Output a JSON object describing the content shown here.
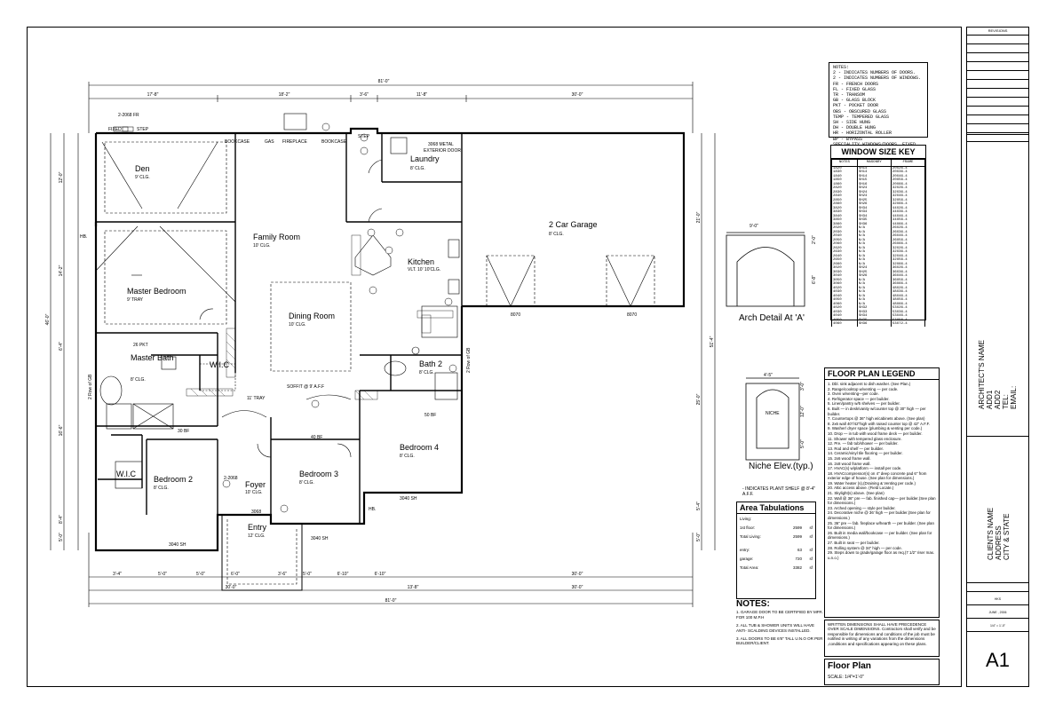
{
  "plan": {
    "rooms": [
      {
        "name": "Den",
        "clg": "9' CLG."
      },
      {
        "name": "Laundry",
        "clg": "8' CLG."
      },
      {
        "name": "2 Car Garage",
        "clg": "8' CLG."
      },
      {
        "name": "Family Room",
        "clg": "10' CLG."
      },
      {
        "name": "Kitchen",
        "clg": "VLT. 10' 10'CLG."
      },
      {
        "name": "Master Bedroom",
        "clg": "9' TRAY"
      },
      {
        "name": "Dining Room",
        "clg": "10' CLG."
      },
      {
        "name": "Master Bath",
        "clg": "8' CLG."
      },
      {
        "name": "W.I.C",
        "clg": ""
      },
      {
        "name": "Bath 2",
        "clg": "8' CLG."
      },
      {
        "name": "Bedroom 4",
        "clg": "8' CLG."
      },
      {
        "name": "Bedroom 2",
        "clg": "8' CLG."
      },
      {
        "name": "Bedroom 3",
        "clg": "8' CLG."
      },
      {
        "name": "Foyer",
        "clg": "10' CLG."
      },
      {
        "name": "Entry",
        "clg": "12' CLG."
      },
      {
        "name": "W.I.C",
        "clg": ""
      }
    ],
    "labels": {
      "fireplace": "FIREPLACE",
      "gas": "GAS",
      "bookcase1": "BOOKCASE",
      "bookcase2": "BOOKCASE",
      "door_metal": "3068 METAL",
      "ext_door": "EXTERIOR DOOR",
      "fr_door": "2-2068 FR",
      "fixed": "FIXED",
      "step": "STEP",
      "step2": "STEP",
      "soffit": "SOFFIT @ 9' A.F.F",
      "tray": "11' TRAY",
      "pkt": "26 PKT",
      "bf30": "30 BF",
      "bf40": "40 BF",
      "bf50": "50 BF",
      "garage_door1": "8070",
      "garage_door2": "8070",
      "w_sh1": "3040 SH",
      "w_sh2": "3040 SH",
      "w_sh3": "3040 SH",
      "hb1": "HB.",
      "hb2": "HB.",
      "door_2068": "2-2068",
      "door_3068": "3068",
      "row_gb1": "2 Row of GB",
      "row_gb2": "2 Row of GB"
    },
    "dims_top": [
      "17'-8\"",
      "18'-2\"",
      "3'-6\"",
      "11'-8\"",
      "30'-0\""
    ],
    "dim_overall": "81'-0\"",
    "dims_bottom1": [
      "3'-4\"",
      "5'-0\"",
      "5'-0\"",
      "6'-0\"",
      "3'-6\"",
      "5'-0\"",
      "6'-10\"",
      "6'-10\"",
      "30'-0\""
    ],
    "dims_bottom2": [
      "30'-0\"",
      "13'-8\"",
      "30'-0\""
    ],
    "dim_overall_bottom": "81'-0\"",
    "dims_left": [
      "12'-0\"",
      "14'-2\"",
      "6'-4\"",
      "16'-6\"",
      "8'-4\"",
      "5'-0\""
    ],
    "dim_left_overall": "46'-0\"",
    "dims_right": [
      "21'-0\"",
      "51'-4\"",
      "25'-0\"",
      "5'-4\"",
      "5'-0\""
    ]
  },
  "notes_box": {
    "title": "NOTES:",
    "lines": [
      "2  - INDICATES NUMBERS OF DOORS.",
      "2  - INDICATES NUMBERS OF WINDOWS.",
      "FR  - FRENCH DOORS",
      "FL  - FIXED GLASS",
      "TR  - TRANSOM",
      "GB  - GLASS BLOCK",
      "PKT - POCKET DOOR",
      "OBS - OBSCURED GLASS",
      "TEMP - TEMPERED GLASS",
      "SH  - SIDE HUNG",
      "DH  - DOUBLE HUNG",
      "HR  - HORIZONTAL ROLLER",
      "BP  - BYPASS",
      "SPECIALITY WINDOWS/DOORS, FIXED",
      "GLASS WINDOWS, AND TRANSOMS ARE",
      "NOTED ON PLANS."
    ]
  },
  "window_key": {
    "title": "WINDOW SIZE KEY",
    "headers": [
      "NOTES",
      "MASONRY",
      "FRAME"
    ],
    "rows": [
      [
        "1820",
        "SH14",
        "20X26-4"
      ],
      [
        "1830",
        "SH14",
        "20X36-4"
      ],
      [
        "1840",
        "SH14",
        "20X46-4"
      ],
      [
        "1850",
        "SH15",
        "20X56-4"
      ],
      [
        "1860",
        "SH16",
        "20X66-4"
      ],
      [
        "2820",
        "SH24",
        "32X26-4"
      ],
      [
        "2830",
        "SH24",
        "32X36-4"
      ],
      [
        "2840",
        "SH24",
        "32X46-4"
      ],
      [
        "2850",
        "SH25",
        "32X56-4"
      ],
      [
        "2860",
        "SH26",
        "32X66-4"
      ],
      [
        "3820",
        "SH34",
        "44X26-4"
      ],
      [
        "3830",
        "SH34",
        "44X36-4"
      ],
      [
        "3840",
        "SH34",
        "44X46-4"
      ],
      [
        "3850",
        "SH35",
        "44X56-4"
      ],
      [
        "3860",
        "SH36",
        "44X66-4"
      ],
      [
        "2020",
        "N/A",
        "26X26-4"
      ],
      [
        "2030",
        "N/A",
        "26X36-4"
      ],
      [
        "2040",
        "N/A",
        "26X46-4"
      ],
      [
        "2050",
        "N/A",
        "26X56-4"
      ],
      [
        "2060",
        "N/A",
        "26X66-4"
      ],
      [
        "2620",
        "N/A",
        "32X26-4"
      ],
      [
        "2630",
        "N/A",
        "32X36-4"
      ],
      [
        "2640",
        "N/A",
        "32X46-4"
      ],
      [
        "2650",
        "N/A",
        "32X56-4"
      ],
      [
        "2660",
        "N/A",
        "32X66-4"
      ],
      [
        "3020",
        "SH24",
        "36X26-4"
      ],
      [
        "3030",
        "SH25",
        "36X36-4"
      ],
      [
        "3040",
        "SH26",
        "36X46-4"
      ],
      [
        "3050",
        "N/A",
        "36X56-4"
      ],
      [
        "3060",
        "N/A",
        "36X66-4"
      ],
      [
        "4020",
        "N/A",
        "48X26-4"
      ],
      [
        "4030",
        "N/A",
        "48X36-4"
      ],
      [
        "4040",
        "N/A",
        "48X46-4"
      ],
      [
        "4050",
        "N/A",
        "48X56-4"
      ],
      [
        "4060",
        "N/A",
        "48X66-4"
      ],
      [
        "4020",
        "SH32",
        "53X26-4"
      ],
      [
        "4030",
        "SH33",
        "53X36-4"
      ],
      [
        "4040",
        "SH34",
        "53X46-4"
      ],
      [
        "4050",
        "SH35",
        "53X56-4"
      ],
      [
        "4060",
        "SH36",
        "53X72-4"
      ]
    ]
  },
  "arch_detail": {
    "title": "Arch Detail At 'A'",
    "dim_w": "9'-0\"",
    "dim_h1": "2'-0\"",
    "dim_h2": "6'-8\""
  },
  "niche": {
    "title": "Niche Elev.(typ.)",
    "label": "NICHE",
    "dim_w": "4'-5\"",
    "dim_h1": "12'-0\"",
    "dim_h2": "5'-0\"",
    "dim_h3": "3'-0\""
  },
  "legend": {
    "title": "FLOOR PLAN LEGEND",
    "items": [
      "1.  Dbl. sink adjacent to dish washer. (See Plan.)",
      "2.  Range/cooktop w/venting — per code.",
      "3.  Oven w/venting—per code.",
      "4.  Refrigerator space — per builder.",
      "5.  Linen/pantry w/5 shelves — per builder.",
      "6.  Built — in desk/vanity w/counter top @ 30\" high — per builder.",
      "7.  Countertops @ 36\" high w/cabinets above. (See plan)",
      "8.  2x6 wall 40\"/42\"high with raised counter top @ 42\" A.F.F.",
      "9.  Washer/ dryer space (plumbing & venting per code.)",
      "10. Drop — in tub with wood frame deck — per builder.",
      "11. Shower with tempered glass enclosure.",
      "12. Pre. — fab tub/shower — per builder.",
      "13. Rod and shelf — per builder.",
      "14. Ceramic/vinyl tile flooring — per builder.",
      "15. 2x6 wood frame wall.",
      "16. 2x8 wood frame wall.",
      "17. HVAC(s) w/platform — install per code.",
      "18. HVACcompressor(s) on 4\" deep concrete pad 6\" from exterior edge of house. (See plan for dimensions.)",
      "19. Water heater (s),(Draining & Venting per code.)",
      "20. Attic access above. (Field Locate.)",
      "21. Skylight(s) above. (See plan)",
      "22. Wall @ 36\" pre — fab. finished cap— per builder.(See plan for dimensions.)",
      "23. Arched opening — style per builder.",
      "24. Decorative niche @ 36' high — per builder.(See plan for dimensions.)",
      "25. 36\" pre — fab. fireplace w/hearth — per builder. (See plan for dimensions.)",
      "26. Built in media wall/bookcase — per builder. (See plan for dimensions.)",
      "27. Built in seat — per builder.",
      "28. Rolling system @ 34\" high — per code.",
      "29. Steps down to grade/garage floor as req.(7 1/2\" riser max. u.n.o.)"
    ]
  },
  "plant_shelf": "- INDICATES PLANT SHELF @ 8'-4\" A.F.F.",
  "area": {
    "title": "Area Tabulations",
    "rows": [
      {
        "label": "Living:",
        "value": "",
        "unit": ""
      },
      {
        "label": "1st floor:",
        "value": "2599",
        "unit": "sf"
      },
      {
        "label": "Total Living:",
        "value": "2599",
        "unit": "sf"
      },
      {
        "label": "entry:",
        "value": "63",
        "unit": "sf"
      },
      {
        "label": "garage:",
        "value": "720",
        "unit": "sf"
      },
      {
        "label": "Total Area:",
        "value": "3382",
        "unit": "sf"
      }
    ]
  },
  "notes_bottom": {
    "title": "NOTES:",
    "items": [
      "1. GARAGE DOOR TO BE CERTIFIED BY MFR. FOR 100 M.P.H",
      "2. ALL TUB & SHOWER UNITS WILL HAVE ANTI- SCALDING DEVICES INSTALLED.",
      "3. ALL DOORS TO BE 6'8\" TALL U.N.O OR PER BUILDER/CLIENT."
    ]
  },
  "dimensions_note": {
    "title": "WRITTEN DIMENSIONS SHALL HAVE PRECEDENCE",
    "body": "OVER SCALE DIMENSIONS. Contractors shall verify and be responsible for dimensions and conditions of the job must be notified in writing of any variations from the dimensions ,conditions and specifications appearing on these plans."
  },
  "sheet_title": {
    "title": "Floor Plan",
    "scale": "SCALE: 1/4\"=1'-0\""
  },
  "title_block": {
    "revisions": "REVISIONS",
    "architect": [
      "ARCHITECT'S NAME",
      "ADD1",
      "ADD2",
      "TEL:",
      "EMAIL:"
    ],
    "client": [
      "CLIENTS NAME",
      "ADDRESS",
      "CITY & STATE"
    ],
    "drawn": "HKS",
    "date": "JUNE , 2006",
    "scale": "1/4\" = 1'-0\"",
    "sheet": "A1"
  }
}
